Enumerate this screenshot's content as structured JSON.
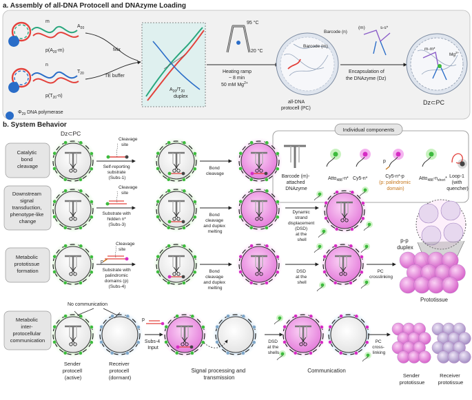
{
  "panel_a": {
    "title": "a.  Assembly of all-DNA Protocell and DNAzyme Loading",
    "m": "m",
    "a20": "A",
    "a20_sub": "20",
    "p_a20_m": "p(A",
    "p_a20_m_sub": "20",
    "p_a20_m_tail": "-m)",
    "n": "n",
    "t20": "T",
    "t20_sub": "20",
    "p_t20_n": "p(T",
    "p_t20_n_sub": "20",
    "p_t20_n_tail": "-n)",
    "mix": "Mix",
    "te_buffer": "TE buffer",
    "duplex_line1": "A",
    "duplex_line1_b": "/T",
    "duplex_line2": "duplex",
    "temp_high": "95 °C",
    "temp_low": "20 °C",
    "heating_ramp": "Heating ramp",
    "heating_time": "~ 8 min",
    "mg": "50 mM Mg",
    "barcode_m": "Barcode (m)",
    "barcode_n": "Barcode (n)",
    "protocell_line1": "all-DNA",
    "protocell_line2": "protocell (PC)",
    "encap_line1": "Encapsulation of",
    "encap_line2": "the DNAzyme (Dz)",
    "m_label": "(m)",
    "s_label": "s-s*",
    "mm_label": "m-m*",
    "mg_label": "Mg",
    "dz_pc": "Dz⊂PC",
    "polymerase": "Φ",
    "polymerase_sub": "29",
    "polymerase_tail": " DNA polymerase"
  },
  "panel_b": {
    "title": "b.  System Behavior",
    "dz_pc": "Dz⊂PC",
    "row1": [
      "Catalytic",
      "bond",
      "cleavage"
    ],
    "row2": [
      "Downstream",
      "signal",
      "transduction,",
      "phenotype-like",
      "change"
    ],
    "row3": [
      "Metabolic",
      "prototissue",
      "formation"
    ],
    "row4": [
      "Metabolic",
      "inter-",
      "protocellular",
      "communication"
    ],
    "cleavage_site": [
      "Cleavage",
      "site"
    ],
    "subs1": [
      "Self-reporting",
      "substrate",
      "(Subs-1)"
    ],
    "subs3": [
      "Substrate with",
      "hidden n*",
      "(Subs-3)"
    ],
    "subs4": [
      "Substrate with",
      "palindromic",
      "domains (p)",
      "(Subs-4)"
    ],
    "bond_cleavage": [
      "Bond",
      "cleavage"
    ],
    "bond_cleavage_melt": [
      "Bond",
      "cleavage",
      "and duplex",
      "melting"
    ],
    "dsd_full": [
      "Dynamic",
      "strand",
      "displacement",
      "(DSD)",
      "at the",
      "shell"
    ],
    "dsd_shell": [
      "DSD",
      "at the",
      "shell"
    ],
    "pc_crosslinking": [
      "PC",
      "crosslinking"
    ],
    "pp_duplex": [
      "p-p",
      "duplex"
    ],
    "prototissue": "Prototissue",
    "no_communication": "No communication",
    "sender": [
      "Sender",
      "protocell",
      "(active)"
    ],
    "receiver": [
      "Receiver",
      "protocell",
      "(dormant)"
    ],
    "subs4_input": [
      "Subs-4",
      "Input"
    ],
    "signal_processing": [
      "Signal processing and",
      "transmission"
    ],
    "dsd_shells": [
      "DSD",
      "at the",
      "shells"
    ],
    "communication": "Communication",
    "pc_cross_linking": [
      "PC",
      "cross-",
      "linking"
    ],
    "sender_tissue": [
      "Sender",
      "prototissue"
    ],
    "receiver_tissue": [
      "Receiver",
      "prototissue"
    ],
    "p_label": "p",
    "legend": {
      "title": "Individual components",
      "items": [
        [
          "Barcode (m)-",
          "attached",
          "DNAzyme"
        ],
        [
          "Atto",
          "-n*"
        ],
        [
          "Cy5-n*"
        ],
        [
          "Cy5-n*-p",
          "(p: palindromic",
          "domain)"
        ],
        [
          "Atto",
          "-n",
          "*"
        ],
        [
          "Loop-1",
          "(with",
          "quencher)"
        ]
      ],
      "atto_sub": "488",
      "short_sub": "short"
    }
  },
  "colors": {
    "green": "#3dbb3d",
    "green_glow": "#c9f2c0",
    "magenta": "#d62cc4",
    "magenta_glow": "#f4b3ef",
    "blue_glow": "#bcd8ee",
    "red_strand": "#e3413b",
    "teal_strand": "#2aa77e",
    "panel_bg": "#f1f1f1",
    "label_bg": "#e6e6e6",
    "palindrome_orange": "#c6761a"
  }
}
